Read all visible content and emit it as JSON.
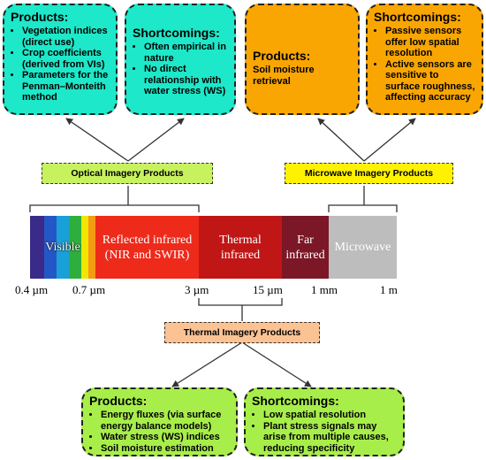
{
  "optical": {
    "products_title": "Products:",
    "products_items": [
      "Vegetation indices (direct use)",
      "Crop coefficients (derived from VIs)",
      "Parameters for the Penman–Monteith method"
    ],
    "shortcomings_title": "Shortcomings:",
    "shortcomings_items": [
      "Often empirical in nature",
      "No direct relationship with water stress (WS)"
    ],
    "label": "Optical Imagery Products"
  },
  "microwave": {
    "products_title": "Products:",
    "products_text": "Soil moisture retrieval",
    "shortcomings_title": "Shortcomings:",
    "shortcomings_items": [
      "Passive sensors offer low spatial resolution",
      "Active sensors are sensitive to surface roughness, affecting accuracy"
    ],
    "label": "Microwave Imagery Products"
  },
  "spectrum": {
    "visible": "Visible",
    "reflected": [
      "Reflected infrared",
      "(NIR and SWIR)"
    ],
    "thermal": [
      "Thermal",
      "infrared"
    ],
    "far": [
      "Far",
      "infrared"
    ],
    "microwave": "Microwave",
    "ticks": [
      "0.4 µm",
      "0.7 µm",
      "3 µm",
      "15 µm",
      "1 mm",
      "1 m"
    ],
    "colors": {
      "violet": "#3a2b8a",
      "blue": "#2457c6",
      "cyan": "#1aa0d8",
      "green": "#2eae3d",
      "yellow": "#f2e600",
      "orange": "#f49a14",
      "red": "#ee2a1b",
      "thermal": "#c11616",
      "far": "#7b1727",
      "microwave": "#bdbdbd"
    }
  },
  "thermal": {
    "label": "Thermal Imagery Products",
    "products_title": "Products:",
    "products_items": [
      "Energy fluxes (via surface energy balance models)",
      "Water stress (WS) indices",
      "Soil moisture estimation"
    ],
    "shortcomings_title": "Shortcomings:",
    "shortcomings_items": [
      "Low spatial resolution",
      "Plant stress signals may arise from multiple causes, reducing specificity"
    ]
  }
}
